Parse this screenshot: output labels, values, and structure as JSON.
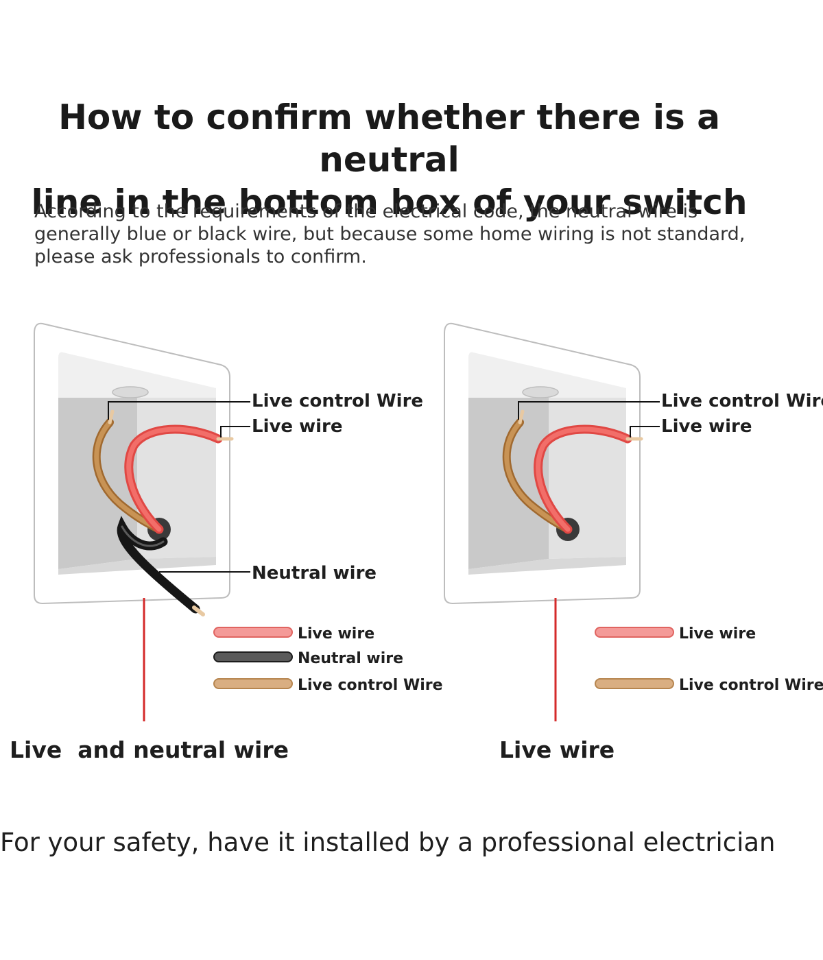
{
  "title": {
    "line1": "How to confirm whether there is a neutral",
    "line2": "line in the bottom box of your switch"
  },
  "description": {
    "line1": "According to the requirements of the electrical code, the neutral wire is",
    "line2": "generally blue or black wire, but because some home wiring is not standard,",
    "line3": "please ask professionals to confirm."
  },
  "left_diagram": {
    "label_live_control": "Live control Wire",
    "label_live": "Live wire",
    "label_neutral": "Neutral wire",
    "legend": {
      "live": "Live wire",
      "neutral": "Neutral wire",
      "live_control": "Live control Wire"
    },
    "caption": "Live  and neutral wire"
  },
  "right_diagram": {
    "label_live_control": "Live control Wire",
    "label_live": "Live wire",
    "legend": {
      "live": "Live wire",
      "live_control": "Live control Wire"
    },
    "caption": "Live wire"
  },
  "footer": "For your safety, have it installed by a professional electrician",
  "colors": {
    "live_wire": "#f0605a",
    "live_wire_light": "#f49a98",
    "neutral_wire": "#1c1c1c",
    "live_control_wire": "#c08a4c",
    "live_control_light": "#d9ae82",
    "riser_line": "#d42a2a"
  }
}
